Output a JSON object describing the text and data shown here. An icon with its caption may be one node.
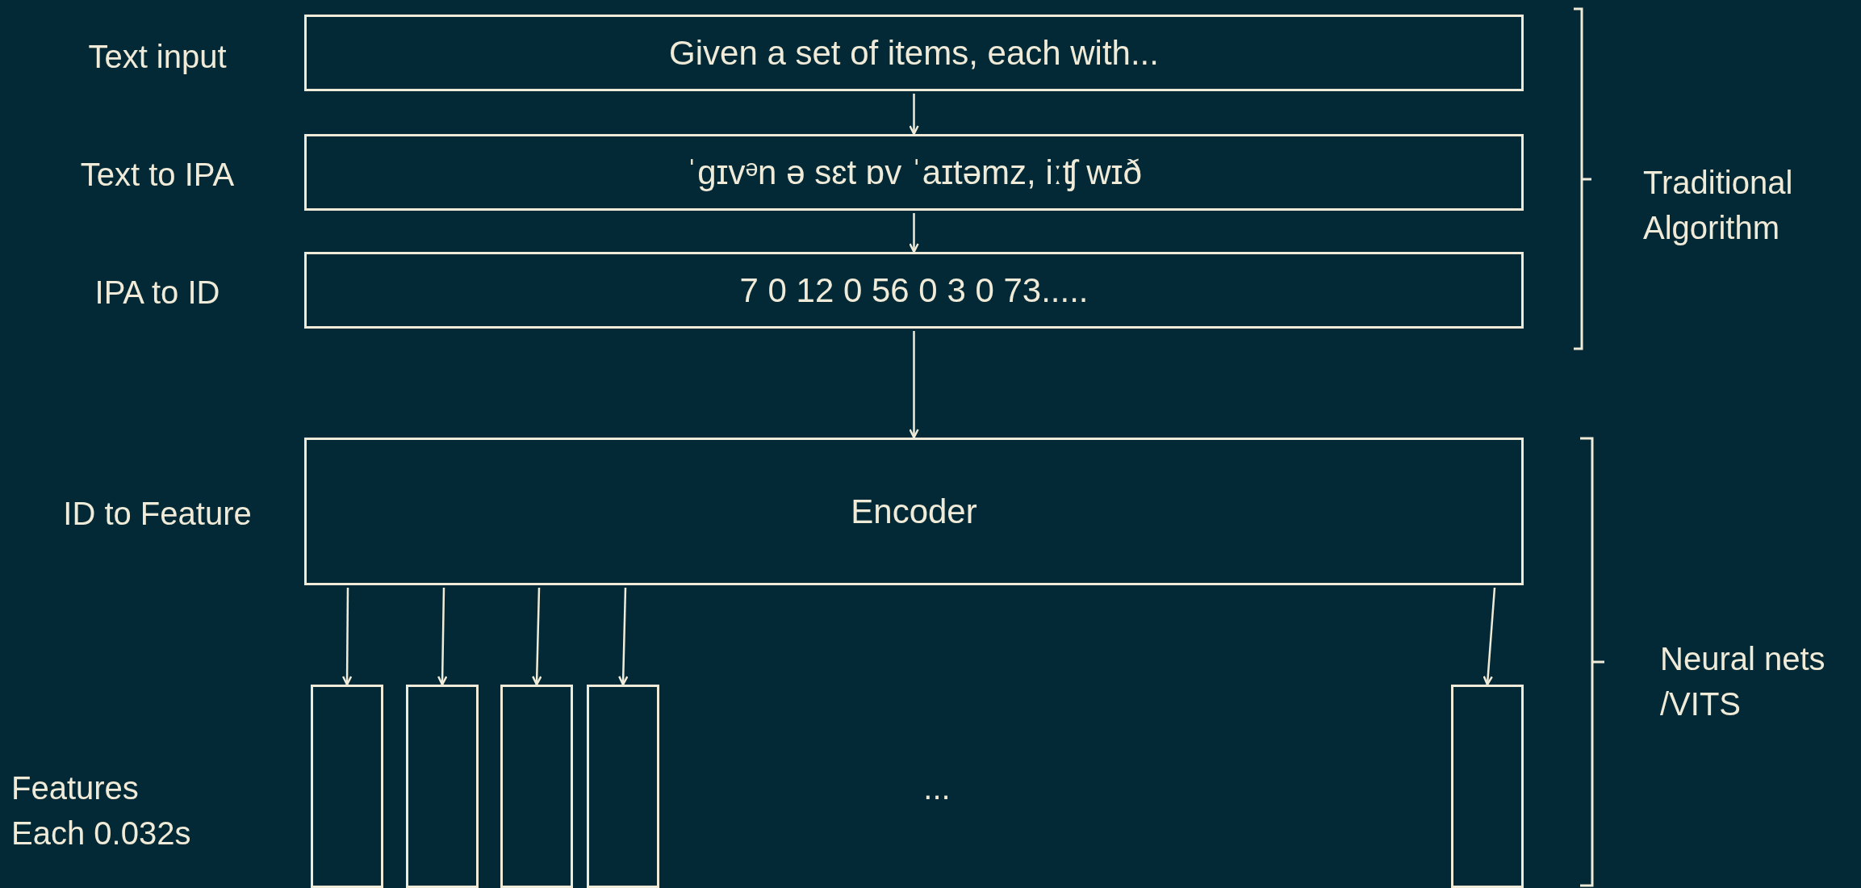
{
  "diagram": {
    "nodes": [
      {
        "text": [
          "Given a set of items, each with..."
        ],
        "beside": [
          "Text input"
        ]
      },
      {
        "text": [
          "ˈɡɪvᵊn ə sɛt ɒv ˈaɪtəmz, iːʧ wɪð"
        ],
        "beside": [
          "Text to IPA"
        ]
      },
      {
        "text": [
          "7 0 12 0 56 0 3 0 73....."
        ],
        "beside": [
          "IPA to ID"
        ]
      },
      {
        "text": [
          "Encoder"
        ],
        "beside": [
          "ID to Feature"
        ]
      },
      {
        "text": [],
        "shape": "box"
      },
      {
        "text": [],
        "shape": "box"
      },
      {
        "text": [],
        "shape": "box"
      },
      {
        "text": [],
        "shape": "box"
      },
      {
        "text": [],
        "shape": "box"
      }
    ],
    "edges": [
      {
        "from": 0,
        "to": 1,
        "arrow": "to"
      },
      {
        "from": 1,
        "to": 2,
        "arrow": "to"
      },
      {
        "from": 2,
        "to": 3,
        "arrow": "to"
      },
      {
        "from": 3,
        "to": 4,
        "arrow": "to"
      },
      {
        "from": 3,
        "to": 5,
        "arrow": "to"
      },
      {
        "from": 3,
        "to": 6,
        "arrow": "to"
      },
      {
        "from": 3,
        "to": 7,
        "arrow": "to"
      },
      {
        "from": 3,
        "to": 8,
        "arrow": "to"
      }
    ],
    "labels": [
      "Traditional Algorithm",
      "Neural nets /VITS",
      "...",
      "Features Each 0.032s"
    ]
  }
}
